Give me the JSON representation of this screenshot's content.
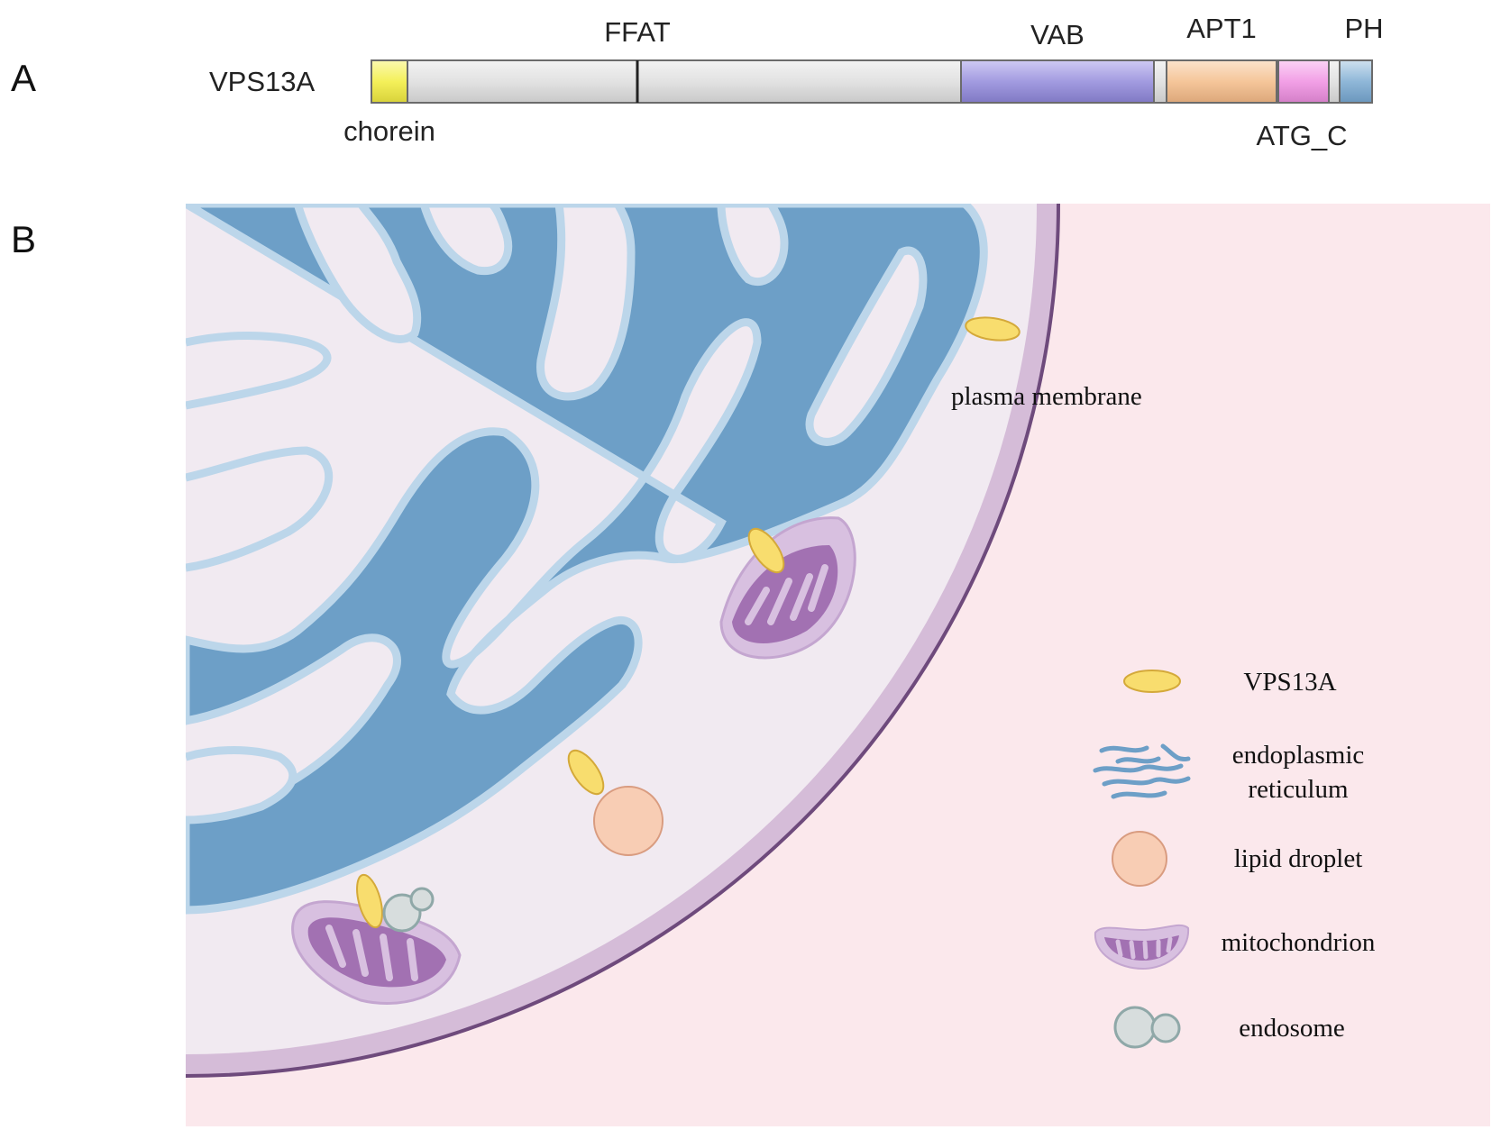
{
  "panel_a": {
    "letter": "A",
    "protein_name": "VPS13A",
    "domains": {
      "chorein": "chorein",
      "ffat": "FFAT",
      "vab": "VAB",
      "apt1": "APT1",
      "atg_c": "ATG_C",
      "ph": "PH"
    },
    "colors": {
      "chorein": "#f4f05a",
      "backbone": "#d8d8d8",
      "vab": "#a29be0",
      "apt1": "#f5c69a",
      "atg_c": "#f2a0e6",
      "ph": "#8fb7d8"
    }
  },
  "panel_b": {
    "letter": "B",
    "plasma_membrane_label": "plasma membrane",
    "legend": {
      "vps13a": "VPS13A",
      "er_line1": "endoplasmic",
      "er_line2": "reticulum",
      "lipid_droplet": "lipid droplet",
      "mitochondrion": "mitochondrion",
      "endosome": "endosome"
    },
    "colors": {
      "background": "#fbe8ec",
      "cytoplasm": "#f1eaf1",
      "membrane": "#d5bcd8",
      "membrane_edge": "#6e4a7c",
      "er_lumen": "#6d9fc7",
      "er_membrane": "#bcd6ea",
      "vps13a": "#f8dd6e",
      "lipid_droplet": "#f8cdb4",
      "mitochondrion": "#a271b2",
      "endosome": "#d7dddd"
    }
  }
}
